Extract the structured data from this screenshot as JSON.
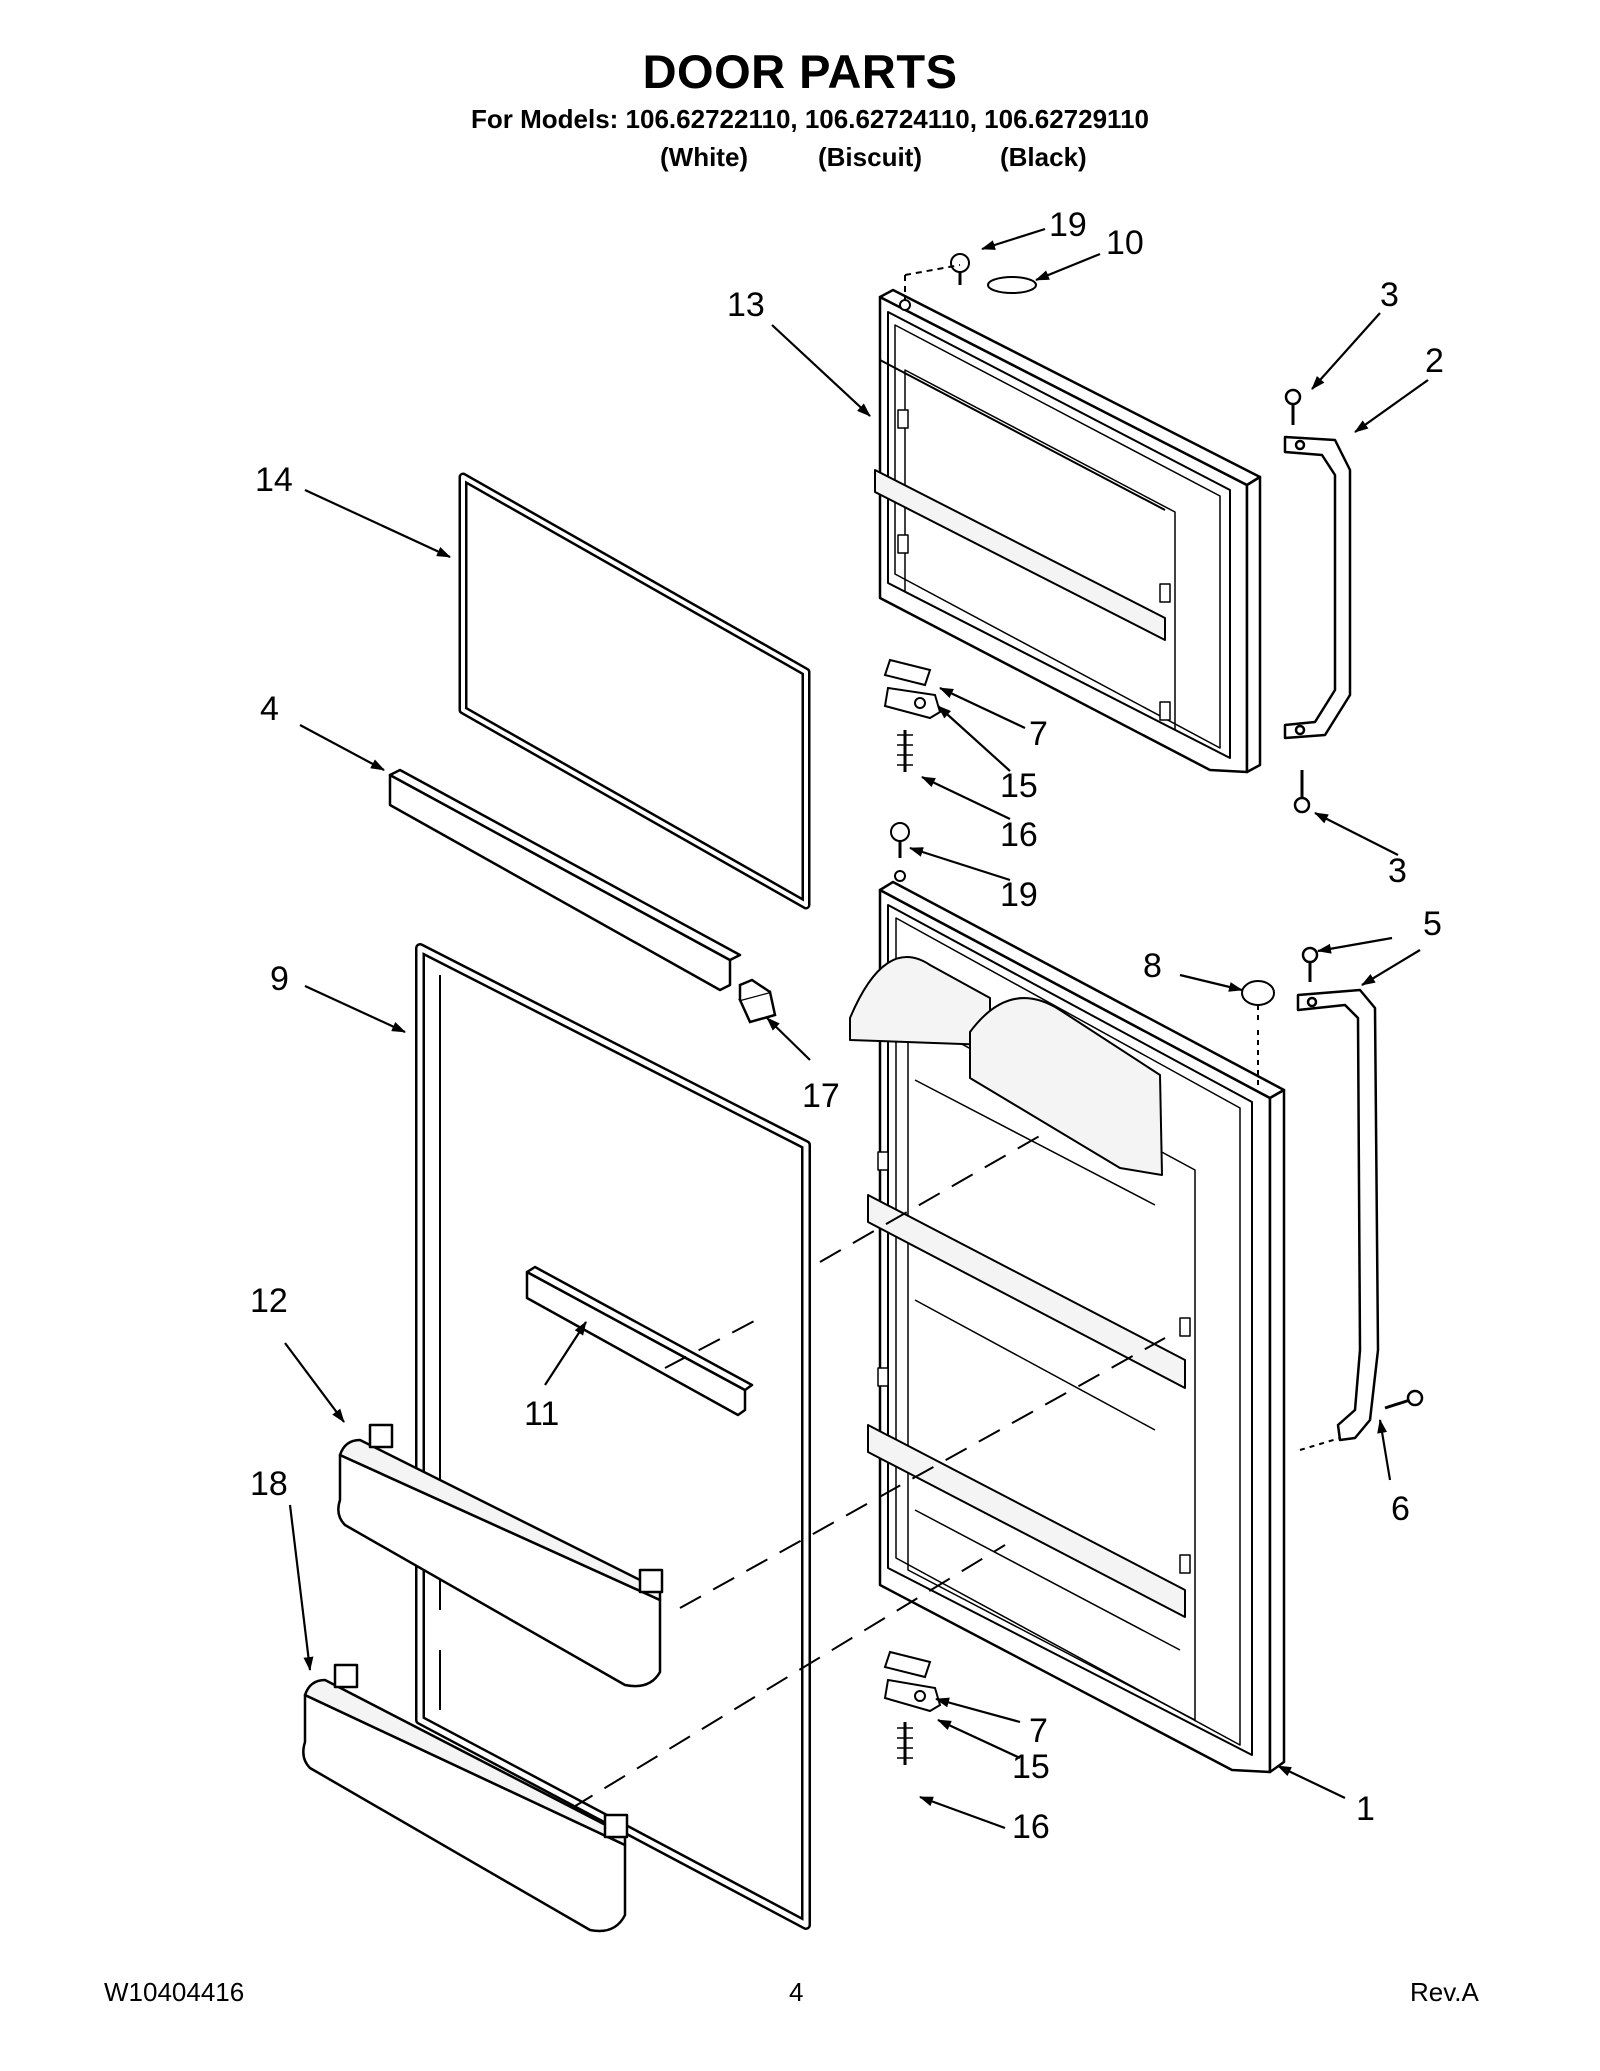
{
  "header": {
    "title": "DOOR PARTS",
    "models_line": "For Models: 106.62722110, 106.62724110, 106.62729110",
    "color_white": "(White)",
    "color_biscuit": "(Biscuit)",
    "color_black": "(Black)"
  },
  "callouts": [
    "19",
    "10",
    "13",
    "3",
    "2",
    "14",
    "4",
    "7",
    "15",
    "16",
    "3",
    "19",
    "5",
    "9",
    "8",
    "17",
    "12",
    "11",
    "6",
    "18",
    "7",
    "15",
    "1",
    "16"
  ],
  "footer": {
    "doc_number": "W10404416",
    "page_number": "4",
    "revision": "Rev.A"
  }
}
